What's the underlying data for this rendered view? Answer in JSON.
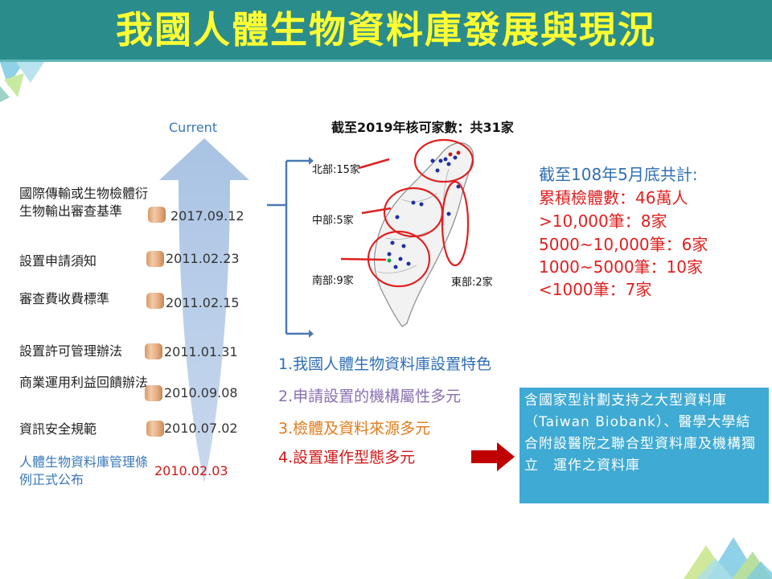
{
  "title": "我國人體生物資料庫發展與現況",
  "timeline": {
    "current_label": "Current",
    "items": [
      {
        "label": "國際傳輸或生物檢體衍生物輸出審查基準",
        "date": "2017.09.12"
      },
      {
        "label": "設置申請須知",
        "date": "2011.02.23"
      },
      {
        "label": "審查費收費標準",
        "date": "2011.02.15"
      },
      {
        "label": "設置許可管理辦法",
        "date": "2011.01.31"
      },
      {
        "label": "商業運用利益回饋辦法",
        "date": "2010.09.08"
      },
      {
        "label": "資訊安全規範",
        "date": "2010.07.02"
      }
    ],
    "origin": {
      "label": "人體生物資料庫管理條例正式公布",
      "date": "2010.02.03"
    }
  },
  "map": {
    "title": "截至2019年核可家數：共31家",
    "regions": {
      "north": "北部:15家",
      "central": "中部:5家",
      "south": "南部:9家",
      "east": "東部:2家"
    }
  },
  "stats": {
    "heading": "截至108年5月底共計:",
    "lines": [
      "累積檢體數：46萬人",
      ">10,000筆：8家",
      "5000~10,000筆：6家",
      "1000~5000筆：10家",
      "<1000筆：7家"
    ]
  },
  "features": [
    {
      "text": "1.我國人體生物資料庫設置特色",
      "color": "#2f6fb3"
    },
    {
      "text": "2.申請設置的機構屬性多元",
      "color": "#8a6fb0"
    },
    {
      "text": "3.檢體及資料來源多元",
      "color": "#e07b1a"
    },
    {
      "text": "4.設置運作型態多元",
      "color": "#d01818"
    }
  ],
  "info_box": "含國家型計劃支持之大型資料庫（Taiwan Biobank）、醫學大學結合附設醫院之聯合型資料庫及機構獨立　運作之資料庫",
  "colors": {
    "title_bar": "#2b8c8c",
    "title_text": "#ffff33",
    "stat_red": "#e02020",
    "box_blue": "#3faad3"
  }
}
